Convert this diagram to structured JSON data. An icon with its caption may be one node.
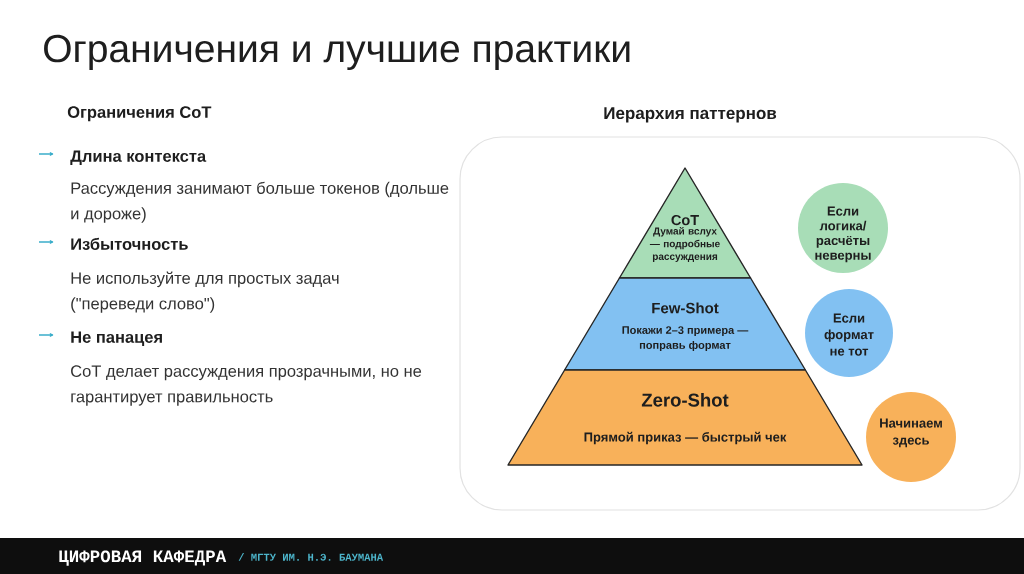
{
  "diagram": {
    "title": "Ограничения и лучшие практики",
    "nodes": [
      {
        "text": [
          "Иерархия паттернов"
        ]
      },
      {
        "text": [
          "CoT",
          "Думай вслух — подробные рассуждения"
        ],
        "in": 0
      },
      {
        "text": [
          "Few-Shot",
          "Покажи 2–3 примера — поправь формат"
        ],
        "in": 0
      },
      {
        "text": [
          "Zero-Shot",
          "Прямой приказ — быстрый чек"
        ],
        "in": 0
      },
      {
        "text": [
          "Если логика/ расчёты неверны"
        ],
        "in": 0
      },
      {
        "text": [
          "Если формат не тот"
        ],
        "in": 0
      },
      {
        "text": [
          "Начинаем здесь"
        ],
        "in": 0
      }
    ],
    "labels": [
      "Ограничения CoT",
      "Длина контекста",
      "Рассуждения занимают больше токенов (дольше и дороже)",
      "Избыточность",
      "Не используйте для простых задач (\"переведи слово\")",
      "Не панацея",
      "CoT делает рассуждения прозрачными, но не гарантирует правильность",
      "ЦИФРОВАЯ КАФЕДРА",
      "/ МГТУ ИМ. Н.Э. БАУМАНА"
    ]
  }
}
